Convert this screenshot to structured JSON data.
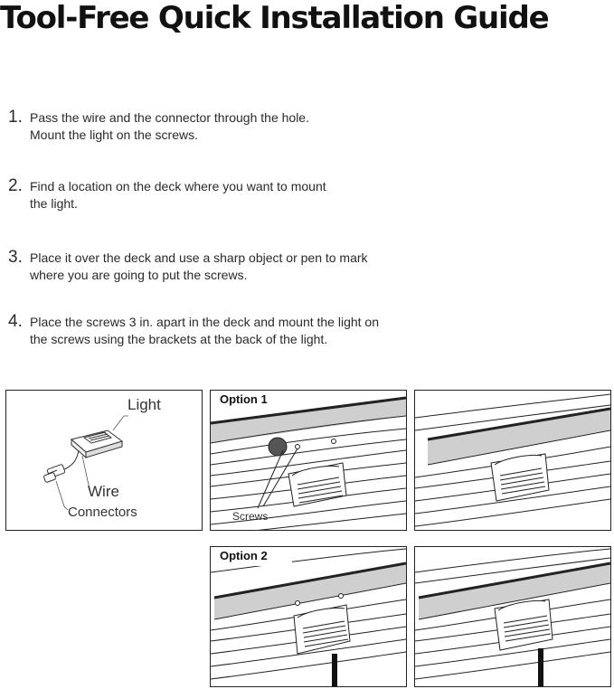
{
  "title": "Tool-Free Quick Installation Guide",
  "steps": [
    {
      "num": "1.",
      "line1": "Pass the wire and the connector through the hole.",
      "line2": "Mount the light on the screws."
    },
    {
      "num": "2.",
      "line1": "Find a location on the deck where you want to mount",
      "line2": "the light."
    },
    {
      "num": "3.",
      "line1": "Place it over the deck and use a sharp object or pen to mark",
      "line2": "where you are going to put the screws."
    },
    {
      "num": "4.",
      "line1": "Place the screws 3 in. apart in the deck and mount the light on",
      "line2": "the screws using the brackets at the back of the light."
    }
  ],
  "diagram": {
    "light_label": "Light",
    "wire_label": "Wire",
    "connectors_label": "Connectors"
  },
  "option1": {
    "label": "Option 1",
    "screws_label": "Screws"
  },
  "option2": {
    "label": "Option 2"
  }
}
